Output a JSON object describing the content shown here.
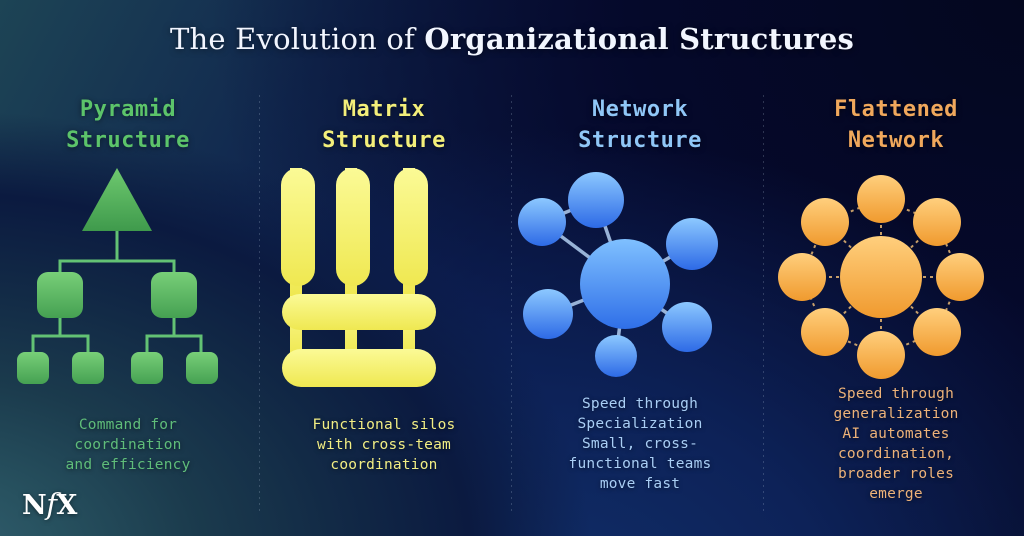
{
  "title": {
    "prefix": "The Evolution of ",
    "emphasis": "Organizational Structures"
  },
  "brand": {
    "logo_pre": "N",
    "logo_f": "f",
    "logo_post": "X"
  },
  "colors": {
    "background_dark": "#05081f",
    "background_teal": "#27515f",
    "background_navy": "#0a1645",
    "pyramid_green": "#59b85e",
    "matrix_yellow": "#f6f36e",
    "network_blue": "#4a9bf5",
    "flattened_orange": "#f5ae4a",
    "title_white": "#f2f6ff"
  },
  "columns": [
    {
      "id": "pyramid",
      "heading": "Pyramid\nStructure",
      "heading_color": "#5cc46a",
      "caption": "Command for\ncoordination\nand efficiency",
      "caption_color": "#5fbd7a",
      "graphic": "pyramid-hierarchy-diagram"
    },
    {
      "id": "matrix",
      "heading": "Matrix\nStructure",
      "heading_color": "#f3ef7a",
      "caption": "Functional silos\nwith cross-team\ncoordination",
      "caption_color": "#f2ee84",
      "graphic": "matrix-grid-diagram"
    },
    {
      "id": "network",
      "heading": "Network\nStructure",
      "heading_color": "#90c7f7",
      "caption": "Speed through\nSpecialization\nSmall, cross-\nfunctional teams\nmove fast",
      "caption_color": "#a9cef5",
      "graphic": "hub-and-spoke-network-diagram"
    },
    {
      "id": "flattened",
      "heading": "Flattened\nNetwork",
      "heading_color": "#f0a85c",
      "caption": "Speed through\ngeneralization\nAI automates\ncoordination,\nbroader roles\nemerge",
      "caption_color": "#edb279",
      "graphic": "flattened-ring-network-diagram"
    }
  ]
}
